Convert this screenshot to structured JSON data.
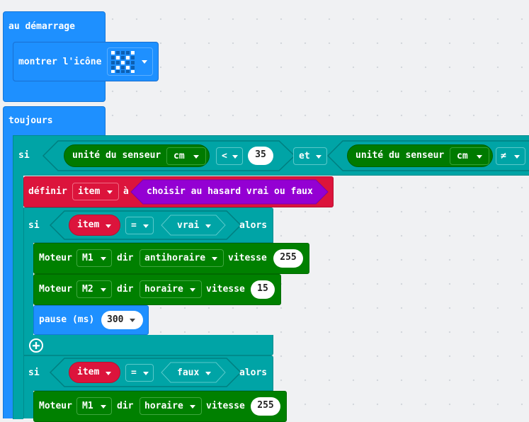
{
  "colors": {
    "basic": "#1e90ff",
    "logic": "#00a4a6",
    "variables": "#dc143c",
    "motor": "#008000",
    "sensor": "#007a00",
    "math": "#9400d3",
    "workspace": "#f0f1f3"
  },
  "on_start": {
    "label": "au démarrage",
    "show_icon": {
      "label": "montrer l'icône",
      "icon": "x-icon"
    }
  },
  "forever": {
    "label": "toujours",
    "if_main": {
      "si": "si",
      "left": {
        "label": "unité du senseur",
        "unit": "cm",
        "op": "<",
        "value": "35"
      },
      "and": "et",
      "right": {
        "label": "unité du senseur",
        "unit": "cm",
        "op": "≠"
      }
    },
    "set_var": {
      "label": "définir",
      "var": "item",
      "to": "à",
      "random": "choisir au hasard vrai ou faux"
    },
    "if_true": {
      "si": "si",
      "var": "item",
      "op": "=",
      "bool": "vrai",
      "then": "alors",
      "motor1": {
        "label": "Moteur",
        "motor": "M1",
        "dir_label": "dir",
        "dir": "antihoraire",
        "speed_label": "vitesse",
        "speed": "255"
      },
      "motor2": {
        "label": "Moteur",
        "motor": "M2",
        "dir_label": "dir",
        "dir": "horaire",
        "speed_label": "vitesse",
        "speed": "15"
      },
      "pause": {
        "label": "pause (ms)",
        "value": "300"
      }
    },
    "if_false": {
      "si": "si",
      "var": "item",
      "op": "=",
      "bool": "faux",
      "then": "alors",
      "motor1": {
        "label": "Moteur",
        "motor": "M1",
        "dir_label": "dir",
        "dir": "horaire",
        "speed_label": "vitesse",
        "speed": "255"
      }
    }
  }
}
